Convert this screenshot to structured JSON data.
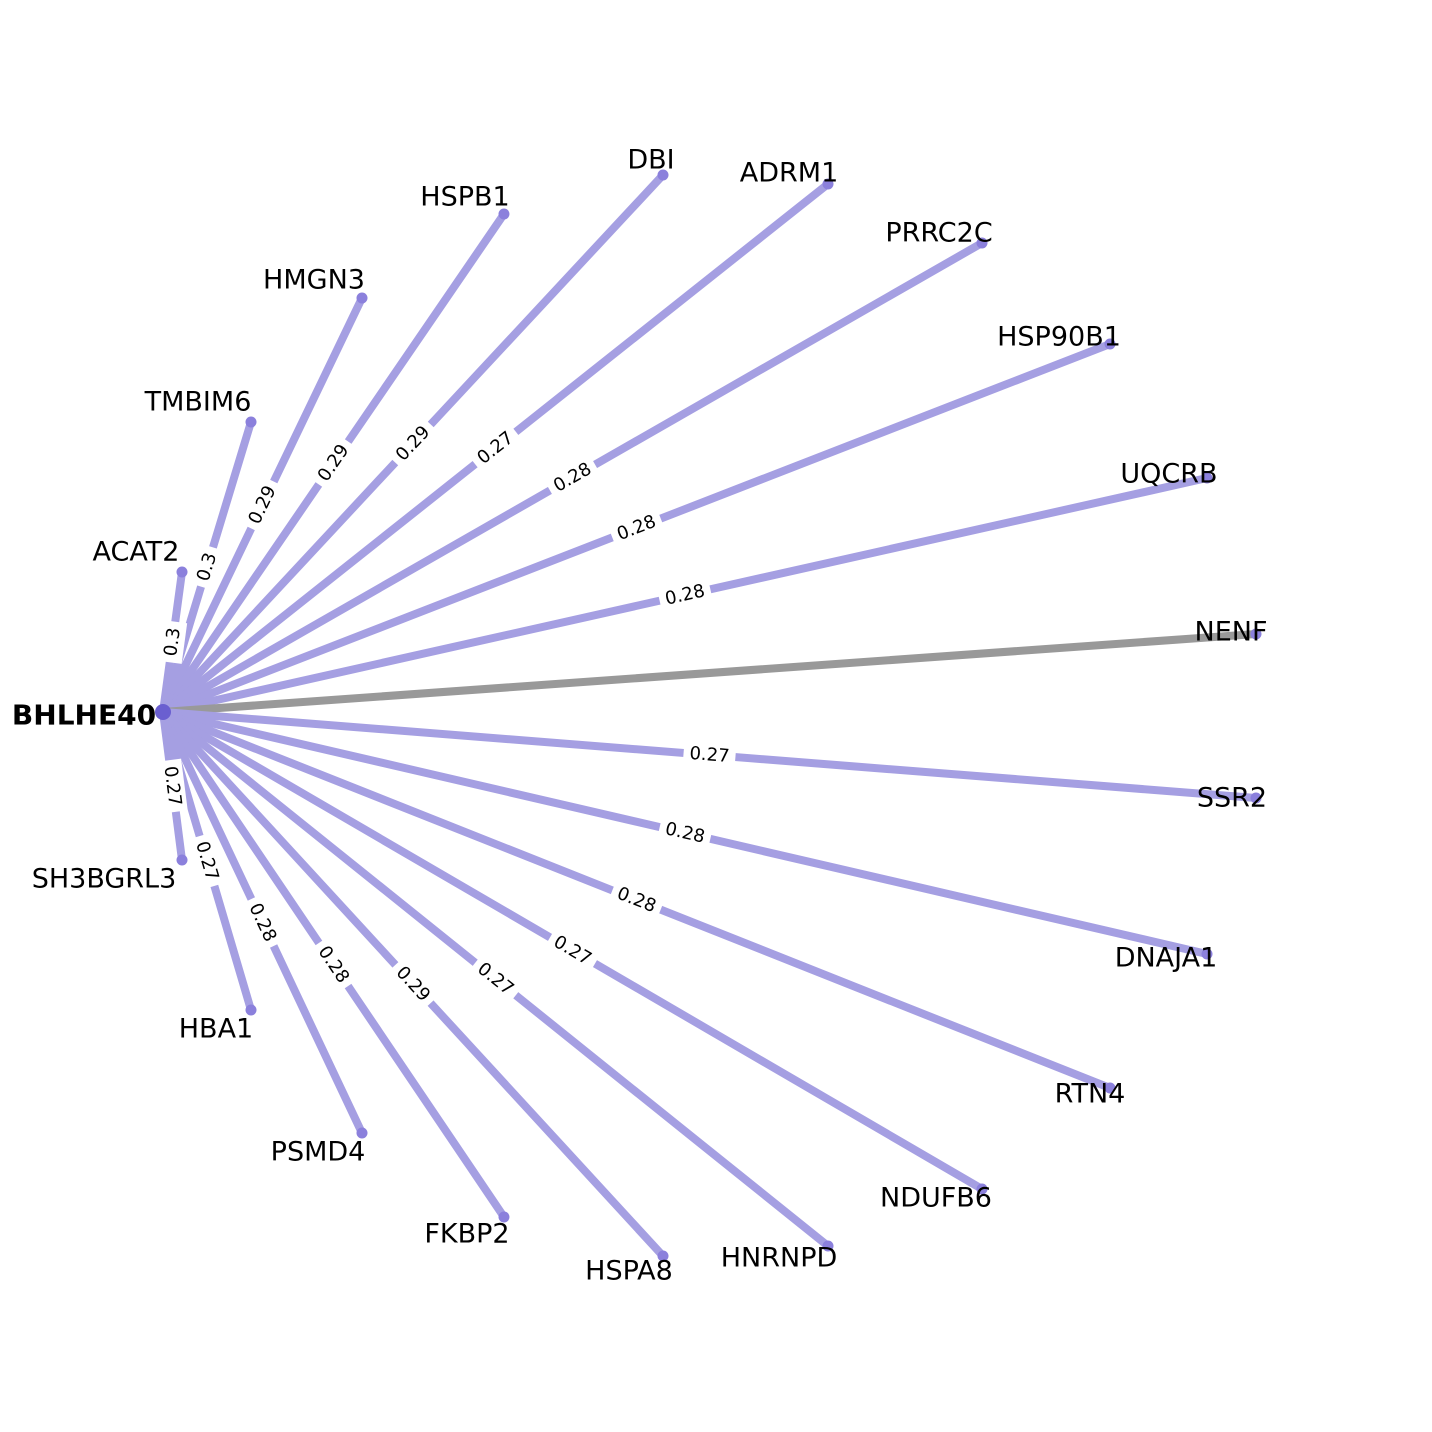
{
  "colors": {
    "edge": "#a59fe2",
    "edge_highlight": "#999999",
    "node": "#8b80dc",
    "hub": "#6a5fd0",
    "label_bg": "#ffffff"
  },
  "hub": {
    "name": "BHLHE40"
  },
  "edges": [
    {
      "target": "ACAT2",
      "weight": "0.3"
    },
    {
      "target": "TMBIM6",
      "weight": "0.3"
    },
    {
      "target": "HMGN3",
      "weight": "0.29"
    },
    {
      "target": "HSPB1",
      "weight": "0.29"
    },
    {
      "target": "DBI",
      "weight": "0.29"
    },
    {
      "target": "ADRM1",
      "weight": "0.27"
    },
    {
      "target": "PRRC2C",
      "weight": "0.28"
    },
    {
      "target": "HSP90B1",
      "weight": "0.28"
    },
    {
      "target": "UQCRB",
      "weight": "0.28"
    },
    {
      "target": "NENF",
      "weight": "",
      "highlight": true
    },
    {
      "target": "SSR2",
      "weight": "0.27"
    },
    {
      "target": "DNAJA1",
      "weight": "0.28"
    },
    {
      "target": "RTN4",
      "weight": "0.28"
    },
    {
      "target": "NDUFB6",
      "weight": "0.27"
    },
    {
      "target": "HNRNPD",
      "weight": "0.27"
    },
    {
      "target": "HSPA8",
      "weight": "0.29"
    },
    {
      "target": "FKBP2",
      "weight": "0.28"
    },
    {
      "target": "PSMD4",
      "weight": "0.28"
    },
    {
      "target": "HBA1",
      "weight": "0.27"
    },
    {
      "target": "SH3BGRL3",
      "weight": "0.27"
    }
  ]
}
